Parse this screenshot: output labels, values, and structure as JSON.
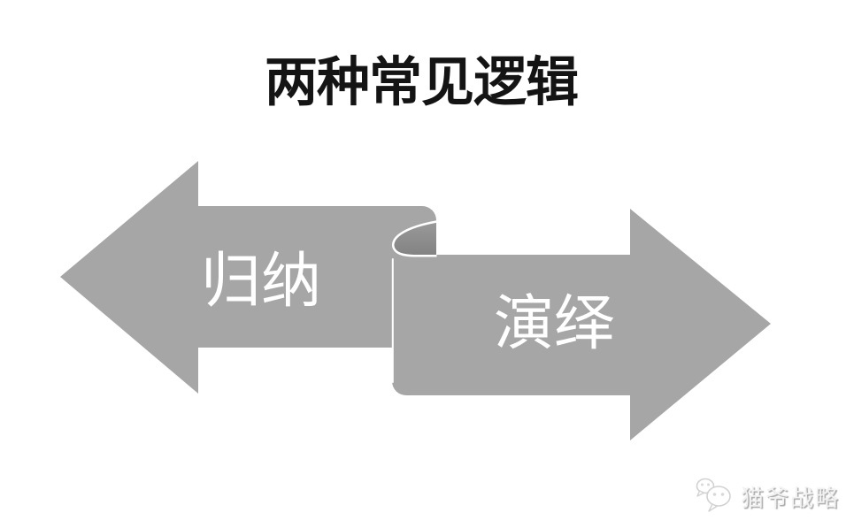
{
  "title": {
    "text": "两种常见逻辑"
  },
  "diagram": {
    "left_arrow": {
      "label": "归纳",
      "direction": "left"
    },
    "right_arrow": {
      "label": "演绎",
      "direction": "right"
    },
    "colors": {
      "arrow_fill": "#a6a6a6",
      "curl_shadow_top": "#9a9a9a",
      "curl_shadow_bottom": "#828282",
      "fold_highlight": "#ffffff",
      "label_text": "#ffffff"
    }
  },
  "watermark": {
    "icon": "wechat-chat-bubbles-icon",
    "text": "猫爷战略",
    "text_color": "#f2f2f2",
    "shadow_color": "#a8a8a8"
  }
}
